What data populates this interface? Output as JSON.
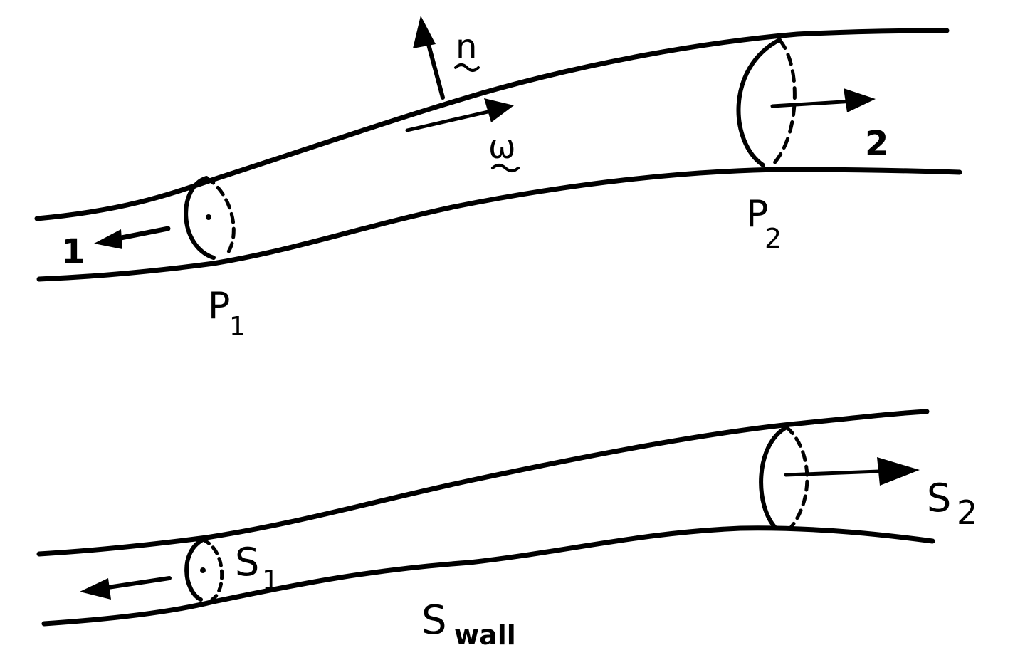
{
  "upper_tube": {
    "section_1_point": {
      "letter": "P",
      "subscript": "1"
    },
    "section_2_point": {
      "letter": "P",
      "subscript": "2"
    },
    "normal_vector": "n",
    "tangent_vector": "ω",
    "end_1": "1",
    "end_2": "2"
  },
  "lower_tube": {
    "section_1": {
      "letter": "S",
      "subscript": "1"
    },
    "section_2": {
      "letter": "S",
      "subscript": "2"
    },
    "wall": {
      "letter": "S",
      "subscript": "wall"
    }
  },
  "colors": {
    "ink": "#000000",
    "background": "#ffffff"
  }
}
